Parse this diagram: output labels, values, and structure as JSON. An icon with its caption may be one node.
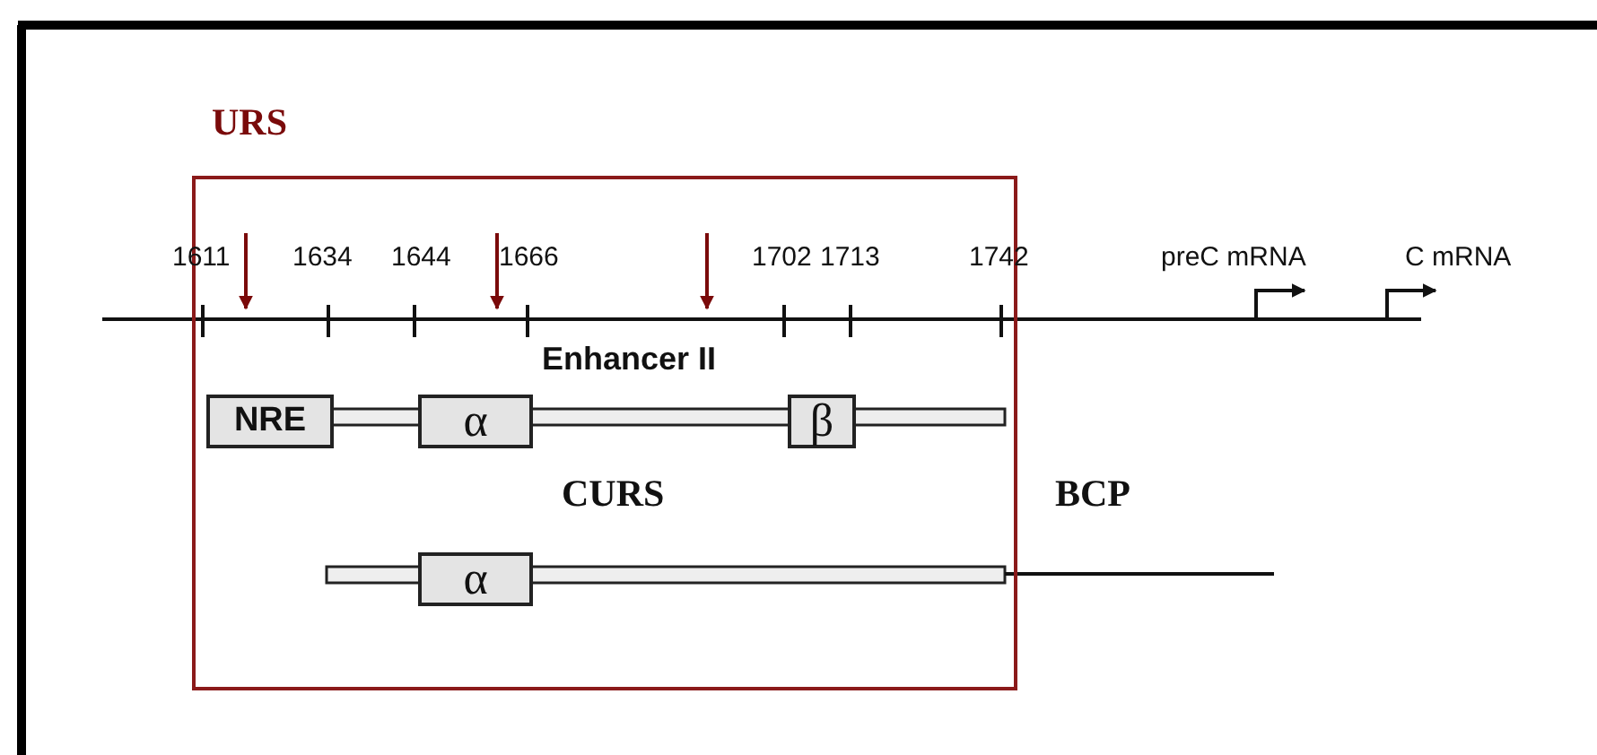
{
  "diagram": {
    "nodes": [
      {
        "text": [
          "URS"
        ]
      },
      {
        "text": [
          "NRE"
        ],
        "in": 0
      },
      {
        "text": [
          "α"
        ],
        "in": 0
      },
      {
        "text": [
          "β"
        ],
        "in": 0
      },
      {
        "text": [
          "α"
        ],
        "in": 0
      }
    ],
    "labels": [
      "1611",
      "1634",
      "1644",
      "1666",
      "1702",
      "1713",
      "1742",
      "preC mRNA",
      "C mRNA",
      "Enhancer II",
      "CURS",
      "BCP"
    ]
  }
}
